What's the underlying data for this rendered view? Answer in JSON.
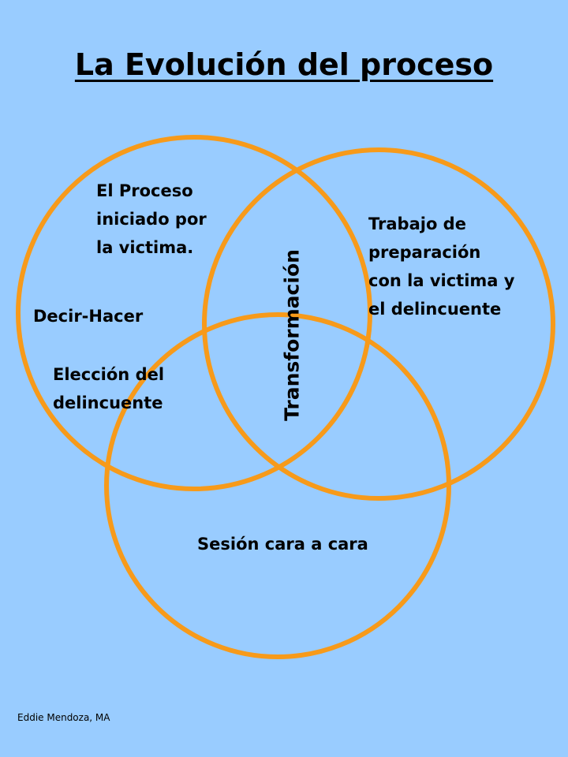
{
  "colors": {
    "background": "#99ccff",
    "circle_stroke": "#f79a1a"
  },
  "title": "La Evolución del proceso",
  "circles": {
    "top_left": {
      "lines": [
        "El Proceso",
        "iniciado por",
        "la victima."
      ],
      "decir_hacer": "Decir-Hacer",
      "eleccion": [
        "Elección del",
        "delincuente"
      ]
    },
    "top_right": {
      "lines": [
        "Trabajo de",
        "preparación",
        "con la victima y",
        "el delincuente"
      ]
    },
    "bottom": {
      "label": "Sesión cara a cara"
    }
  },
  "center_label": "Transformación",
  "credit": "Eddie Mendoza, MA"
}
